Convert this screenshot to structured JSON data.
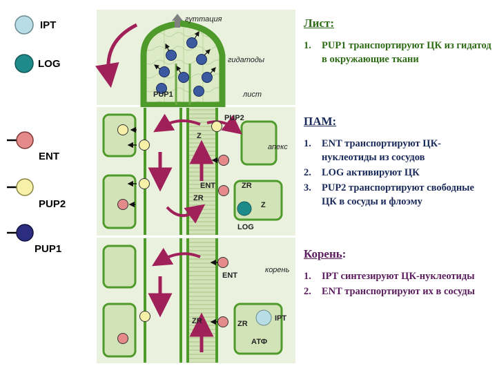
{
  "legend": {
    "ipt": {
      "label": "IPT",
      "color": "#b9dde6"
    },
    "log": {
      "label": "LOG",
      "color": "#1f8a8a"
    },
    "ent": {
      "label": "ENT",
      "color": "#e58a8a"
    },
    "pup2": {
      "label": "PUP2",
      "color": "#f6f0a8"
    },
    "pup1": {
      "label": "PUP1",
      "color": "#2c2c80"
    }
  },
  "diagram": {
    "leaf": {
      "guttation": "гуттация",
      "hydathodes": "гидатоды",
      "leaf_label": "лист",
      "pup1": "PUP1"
    },
    "sam": {
      "pup2": "PUP2",
      "z1": "Z",
      "apex": "апекс",
      "ent": "ENT",
      "zr1": "ZR",
      "zr2": "ZR",
      "z2": "Z",
      "log": "LOG"
    },
    "root": {
      "root_label": "корень",
      "ent": "ENT",
      "zr1": "ZR",
      "zr2": "ZR",
      "ipt": "IPT",
      "atp": "АТФ"
    }
  },
  "text": {
    "leaf": {
      "heading": "Лист:",
      "items": [
        {
          "num": "1.",
          "text": "PUP1 транспортируют ЦК из гидатод в окружающие ткани"
        }
      ]
    },
    "sam": {
      "heading": "ПАМ:",
      "items": [
        {
          "num": "1.",
          "text": "ENT транспортируют ЦК-нуклеотиды из сосудов"
        },
        {
          "num": "2.",
          "text": "LOG активируют ЦК"
        },
        {
          "num": "3.",
          "text": "PUP2 транспортируют свободные ЦК в сосуды и флоэму"
        }
      ]
    },
    "root": {
      "heading": "Корень",
      "heading_colon": ":",
      "items": [
        {
          "num": "1.",
          "text": "IPT синтезируют ЦК-нуклеотиды"
        },
        {
          "num": "2.",
          "text": "ENT транспортируют их в сосуды"
        }
      ]
    }
  }
}
